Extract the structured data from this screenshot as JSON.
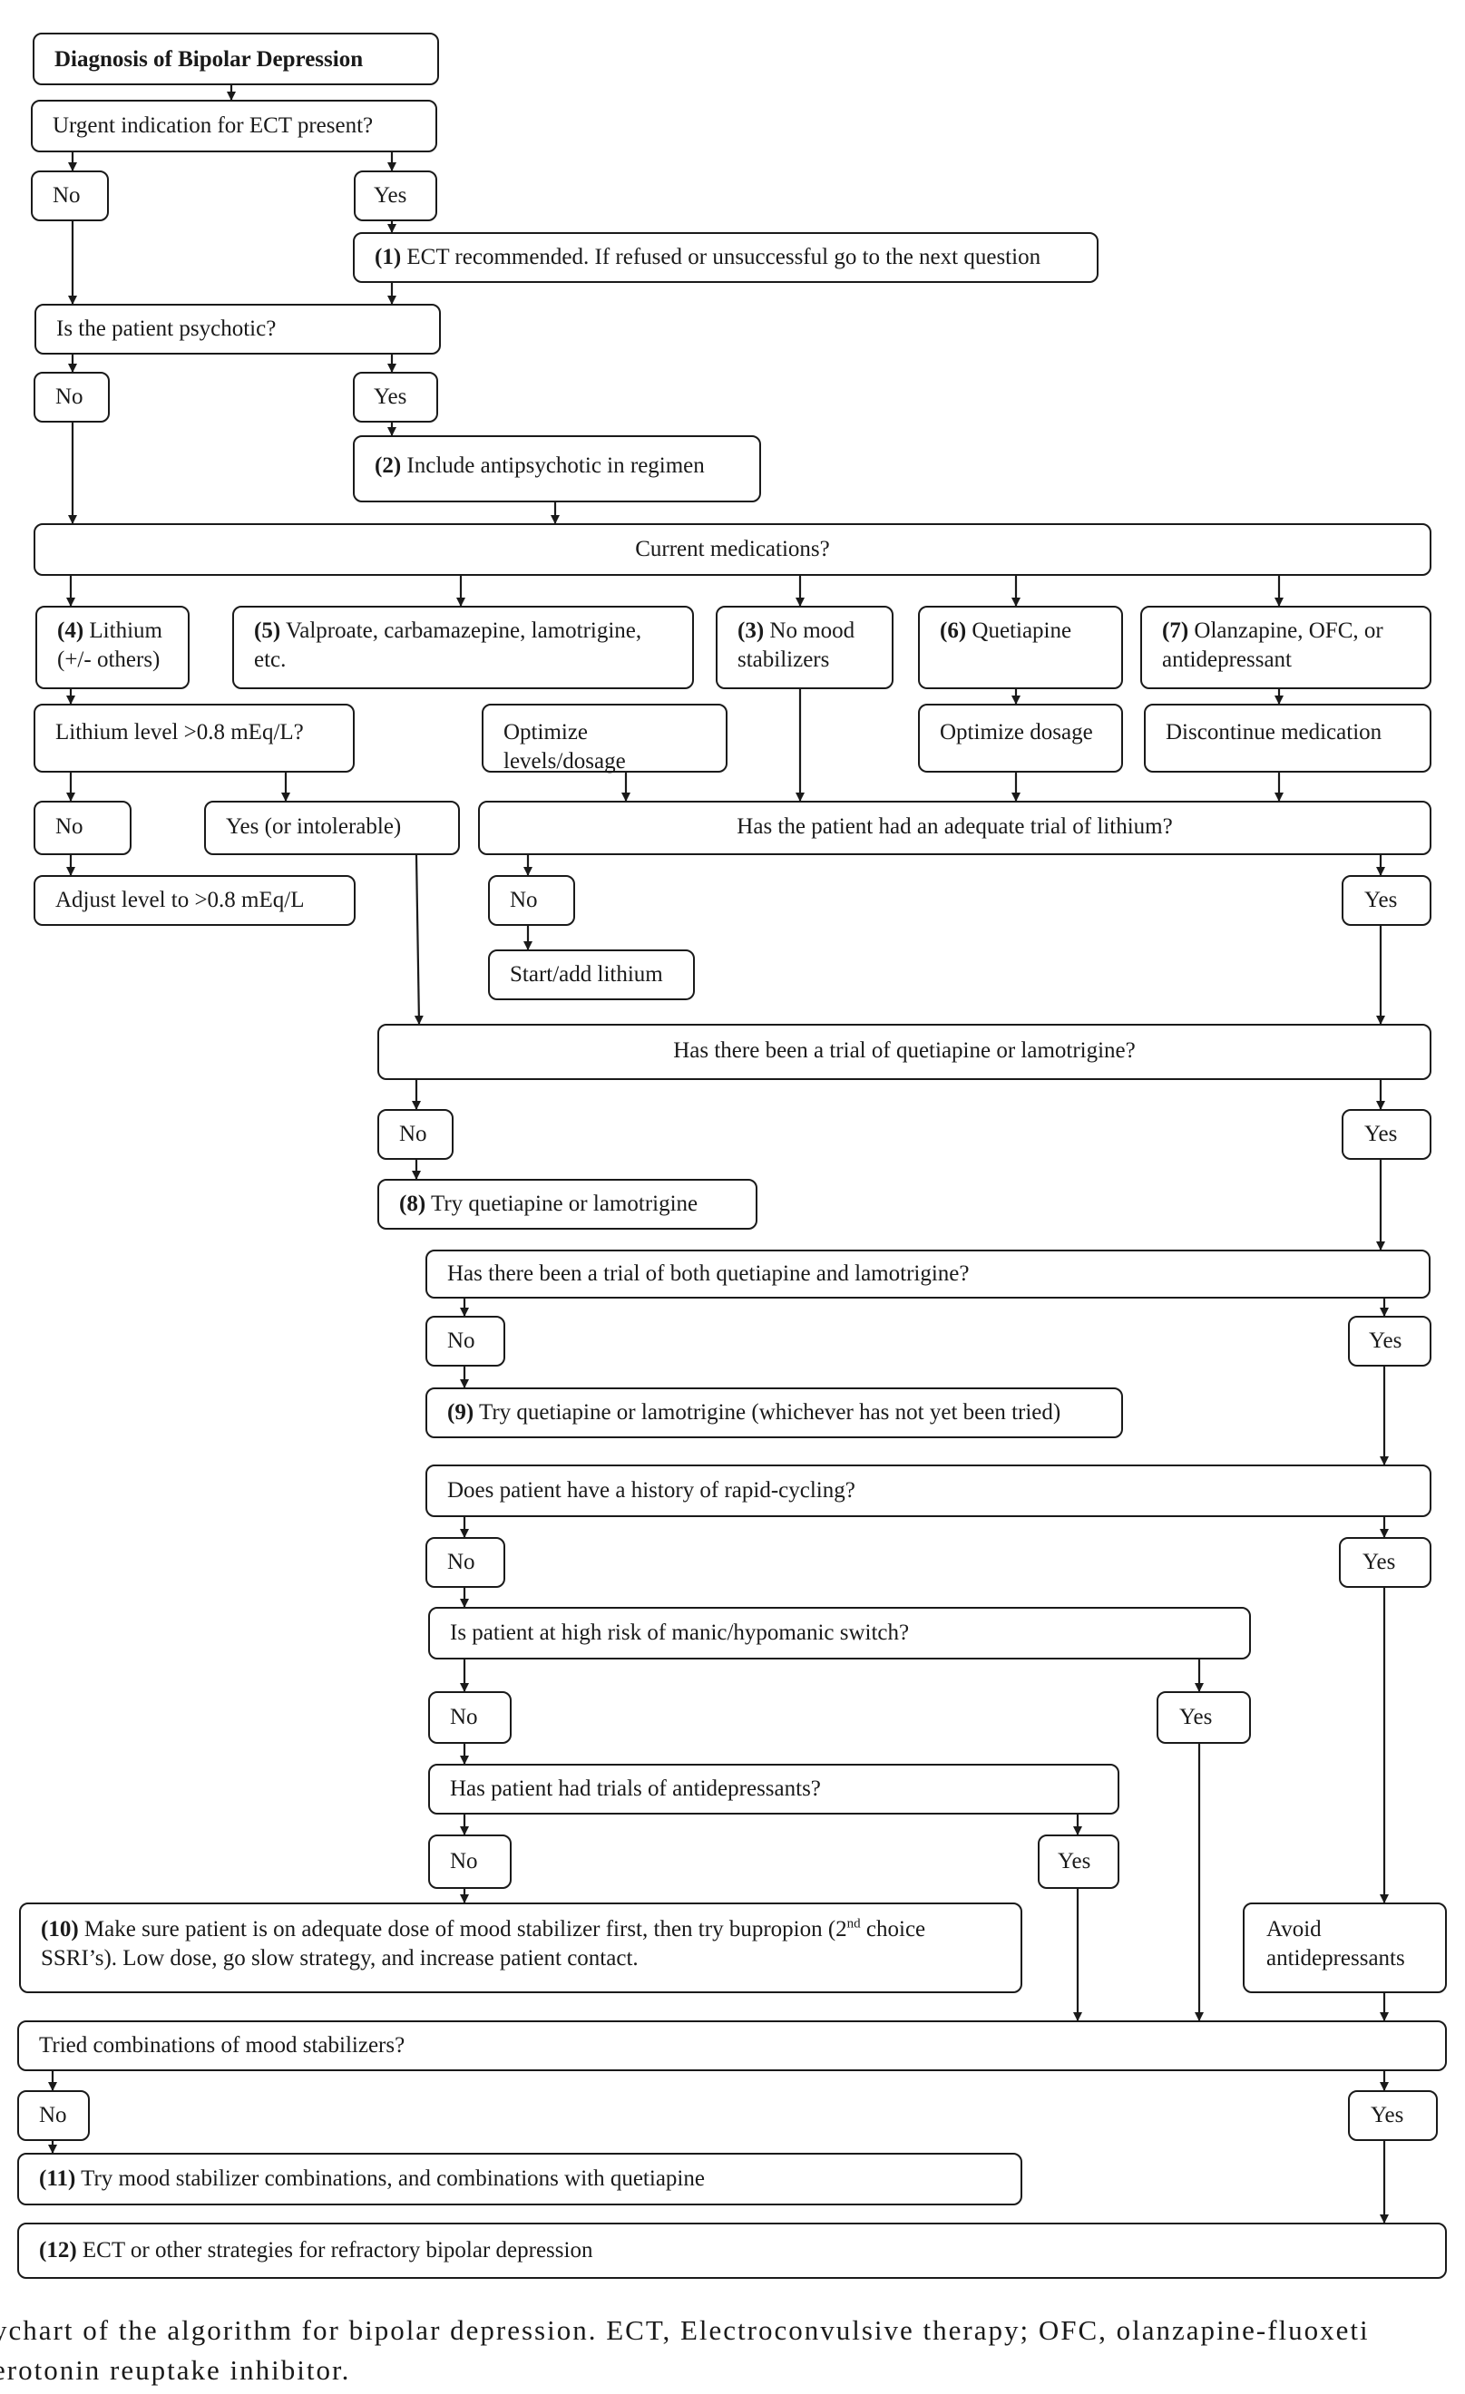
{
  "nodes": {
    "title": {
      "text": "Diagnosis of Bipolar Depression"
    },
    "q_ect": {
      "text": "Urgent indication for ECT present?"
    },
    "ect_no": {
      "text": "No"
    },
    "ect_yes": {
      "text": "Yes"
    },
    "s1": {
      "num": "(1)",
      "text": "ECT recommended. If refused or unsuccessful go to the next question"
    },
    "q_psych": {
      "text": "Is the patient psychotic?"
    },
    "psych_no": {
      "text": "No"
    },
    "psych_yes": {
      "text": "Yes"
    },
    "s2": {
      "num": "(2)",
      "text": "Include antipsychotic in regimen"
    },
    "q_meds": {
      "text": "Current medications?"
    },
    "m4": {
      "num": "(4)",
      "text": "Lithium\n(+/- others)"
    },
    "m5": {
      "num": "(5)",
      "text": "Valproate, carbamazepine, lamotrigine,\netc."
    },
    "m3": {
      "num": "(3)",
      "text": "No mood\nstabilizers"
    },
    "m6": {
      "num": "(6)",
      "text": "Quetiapine"
    },
    "m7": {
      "num": "(7)",
      "text": "Olanzapine, OFC, or\nantidepressant"
    },
    "li_level": {
      "text": "Lithium level >0.8 mEq/L?"
    },
    "optimize_levels": {
      "text": "Optimize levels/dosage"
    },
    "optimize_dosage": {
      "text": "Optimize dosage"
    },
    "discontinue": {
      "text": "Discontinue medication"
    },
    "li_no": {
      "text": "No"
    },
    "li_yes": {
      "text": "Yes (or intolerable)"
    },
    "q_li_trial": {
      "text": "Has the patient had an adequate trial of lithium?"
    },
    "adjust": {
      "text": "Adjust level to >0.8 mEq/L"
    },
    "trial_no": {
      "text": "No"
    },
    "trial_yes": {
      "text": "Yes"
    },
    "start_li": {
      "text": "Start/add lithium"
    },
    "q_ql": {
      "text": "Has there been a trial of quetiapine or lamotrigine?"
    },
    "ql_no": {
      "text": "No"
    },
    "ql_yes": {
      "text": "Yes"
    },
    "s8": {
      "num": "(8)",
      "text": "Try quetiapine or lamotrigine"
    },
    "q_both": {
      "text": "Has there been a trial of both quetiapine and lamotrigine?"
    },
    "both_no": {
      "text": "No"
    },
    "both_yes": {
      "text": "Yes"
    },
    "s9": {
      "num": "(9)",
      "text": "Try quetiapine or lamotrigine (whichever has not yet been tried)"
    },
    "q_rapid": {
      "text": "Does patient have a history of rapid-cycling?"
    },
    "rapid_no": {
      "text": "No"
    },
    "rapid_yes": {
      "text": "Yes"
    },
    "q_switch": {
      "text": "Is patient at high risk of manic/hypomanic switch?"
    },
    "switch_no": {
      "text": "No"
    },
    "switch_yes": {
      "text": "Yes"
    },
    "q_ad": {
      "text": "Has patient had trials of antidepressants?"
    },
    "ad_no": {
      "text": "No"
    },
    "ad_yes": {
      "text": "Yes"
    },
    "s10": {
      "num": "(10)",
      "text_a": "Make sure patient is on adequate dose of mood stabilizer first, then try bupropion (2",
      "sup": "nd",
      "text_b": " choice\nSSRI’s). Low dose, go slow strategy, and increase patient contact."
    },
    "avoid": {
      "text": "Avoid\nantidepressants"
    },
    "q_combo": {
      "text": "Tried combinations of mood stabilizers?"
    },
    "combo_no": {
      "text": "No"
    },
    "combo_yes": {
      "text": "Yes"
    },
    "s11": {
      "num": "(11)",
      "text": "Try mood stabilizer combinations, and combinations with quetiapine"
    },
    "s12": {
      "num": "(12)",
      "text": "ECT or other strategies for refractory bipolar depression"
    }
  },
  "caption": {
    "line1": "ychart of the algorithm for bipolar depression. ECT, Electroconvulsive therapy; OFC, olanzapine-fluoxeti",
    "line2": "erotonin reuptake inhibitor."
  }
}
